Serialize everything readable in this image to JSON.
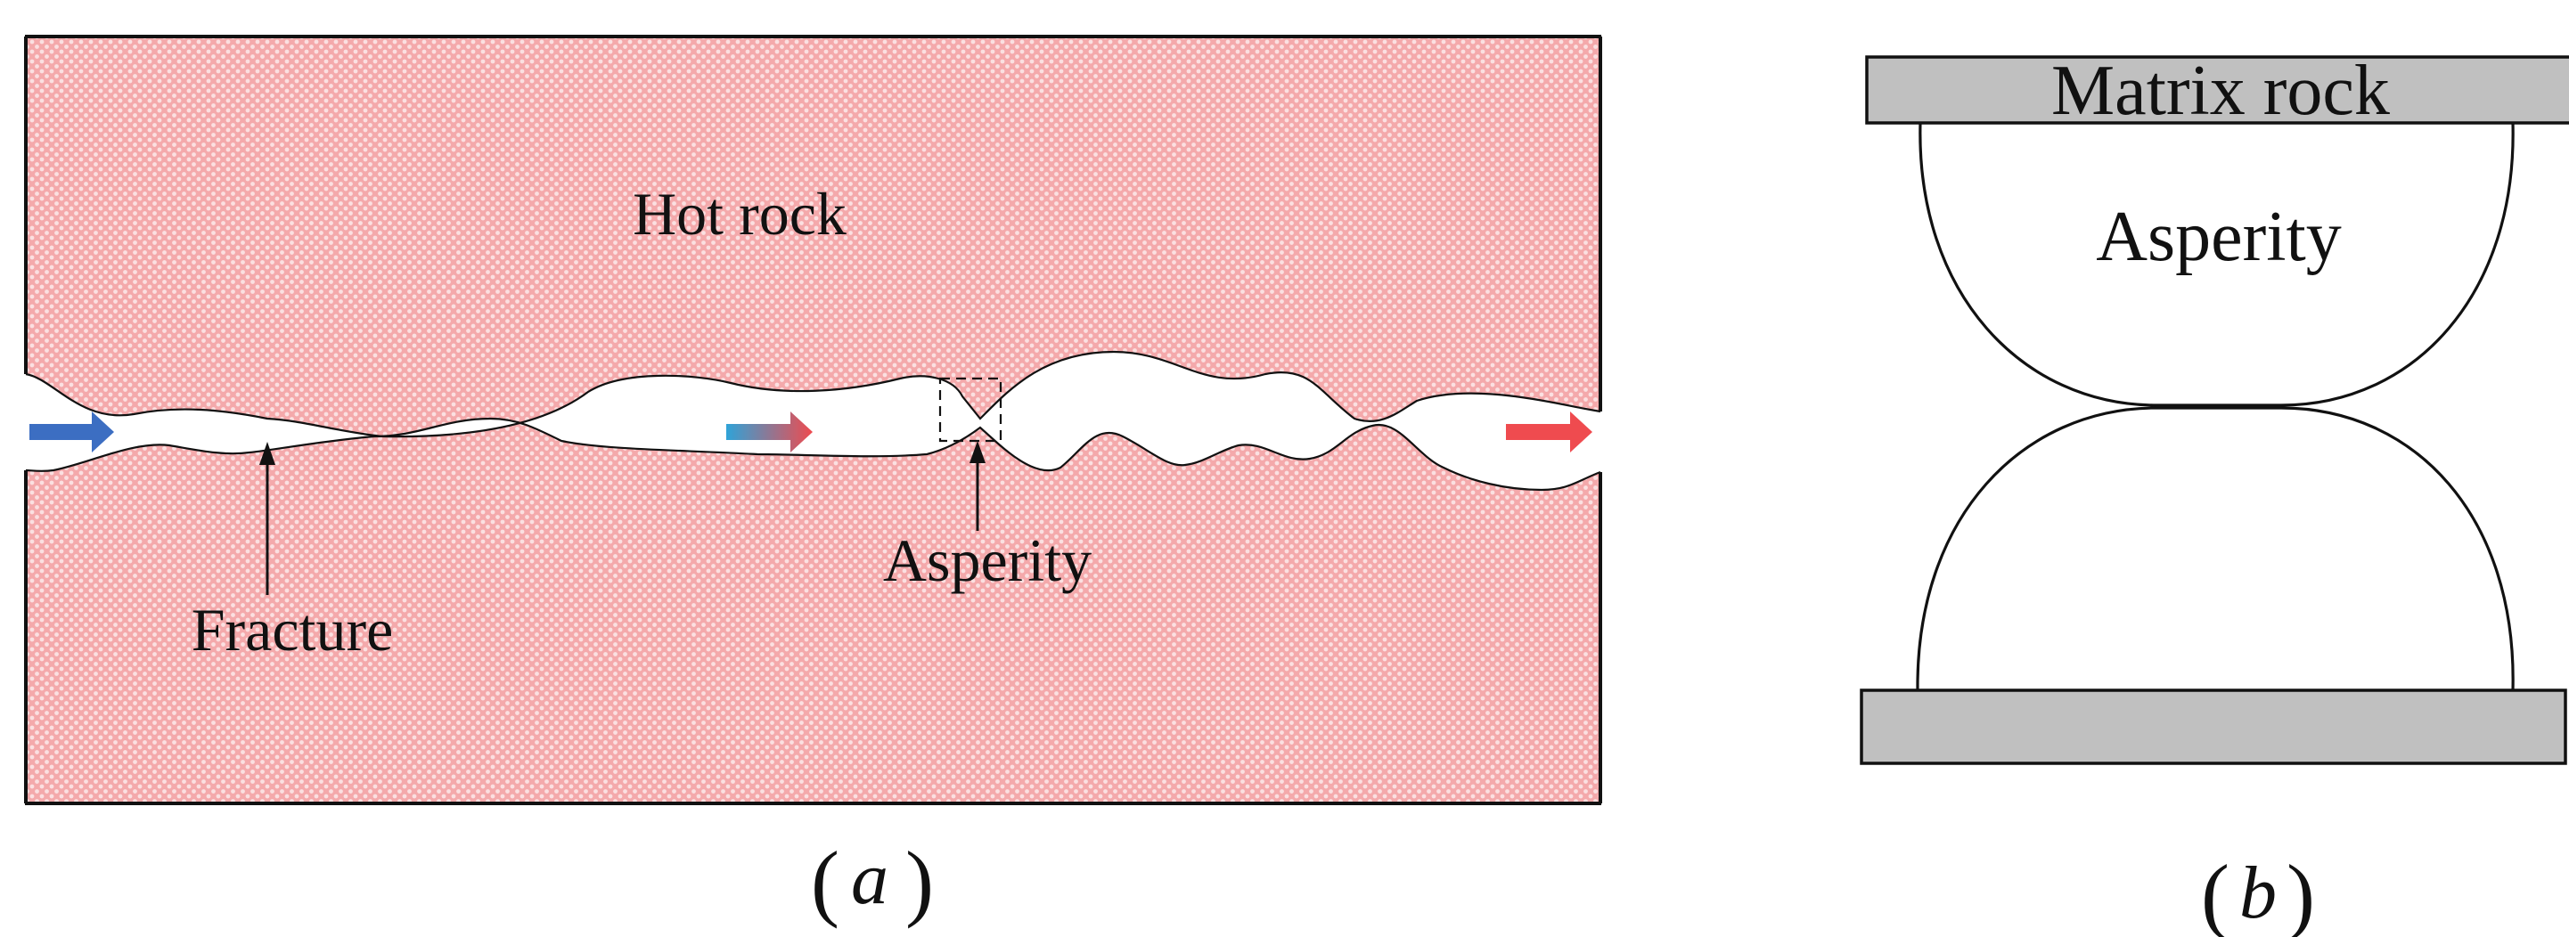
{
  "panel_a": {
    "hot_rock_label": "Hot rock",
    "fracture_label": "Fracture",
    "asperity_label": "Asperity",
    "caption_letter": "a",
    "caption_open": "(",
    "caption_close": ")"
  },
  "panel_b": {
    "matrix_rock_label": "Matrix rock",
    "asperity_label": "Asperity",
    "caption_letter": "b",
    "caption_open": "(",
    "caption_close": ")"
  },
  "colors": {
    "rock_fill": "#f4a9ab",
    "rock_dots": "#fbe0e1",
    "plate_fill": "#c0c0c0",
    "cold_arrow": "#3c6ec2",
    "hot_arrow": "#ef4b4f"
  }
}
